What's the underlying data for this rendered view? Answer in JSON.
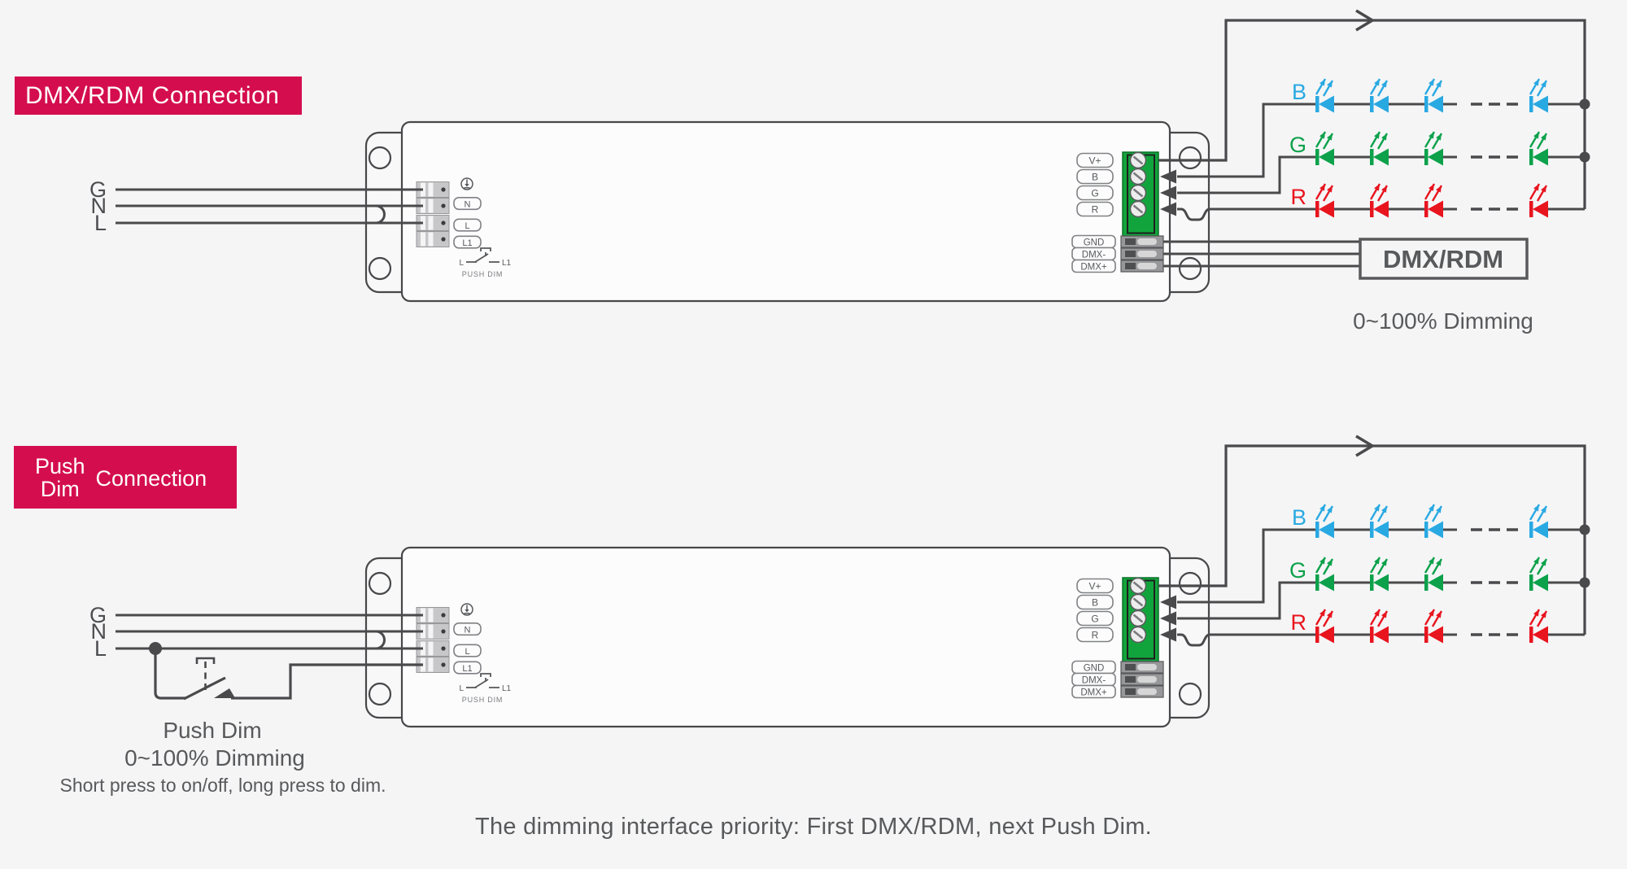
{
  "colors": {
    "accent_red": "#d40e4e",
    "wire": "#4a4a4c",
    "text": "#58595b",
    "blue": "#29a9e2",
    "green": "#0ca14a",
    "red": "#e8141e",
    "terminal_green": "#12a43c",
    "background": "#f5f5f6"
  },
  "sections": {
    "dmx": {
      "badge_label": "DMX/RDM Connection",
      "receiver_box_label": "DMX/RDM",
      "dimming_caption": "0~100% Dimming"
    },
    "push_dim": {
      "badge_line1": "Push",
      "badge_line2": "Dim",
      "badge_suffix": "Connection",
      "switch_title": "Push Dim",
      "dimming_caption": "0~100% Dimming",
      "note": "Short press to on/off, long press to dim."
    }
  },
  "device": {
    "input_wire_labels": [
      "G",
      "N",
      "L"
    ],
    "input_terminal_labels": [
      "N",
      "L",
      "L1"
    ],
    "earth_icon": "protective-earth",
    "mini_switch": {
      "left_label": "L",
      "right_label": "L1",
      "caption": "PUSH DIM"
    },
    "output_terminal_labels": [
      "V+",
      "B",
      "G",
      "R"
    ],
    "signal_terminal_labels": [
      "GND",
      "DMX-",
      "DMX+"
    ]
  },
  "leds": {
    "rows": [
      {
        "label": "B",
        "color": "#29a9e2"
      },
      {
        "label": "G",
        "color": "#0ca14a"
      },
      {
        "label": "R",
        "color": "#e8141e"
      }
    ]
  },
  "footer_note": "The dimming interface priority: First DMX/RDM, next Push Dim."
}
